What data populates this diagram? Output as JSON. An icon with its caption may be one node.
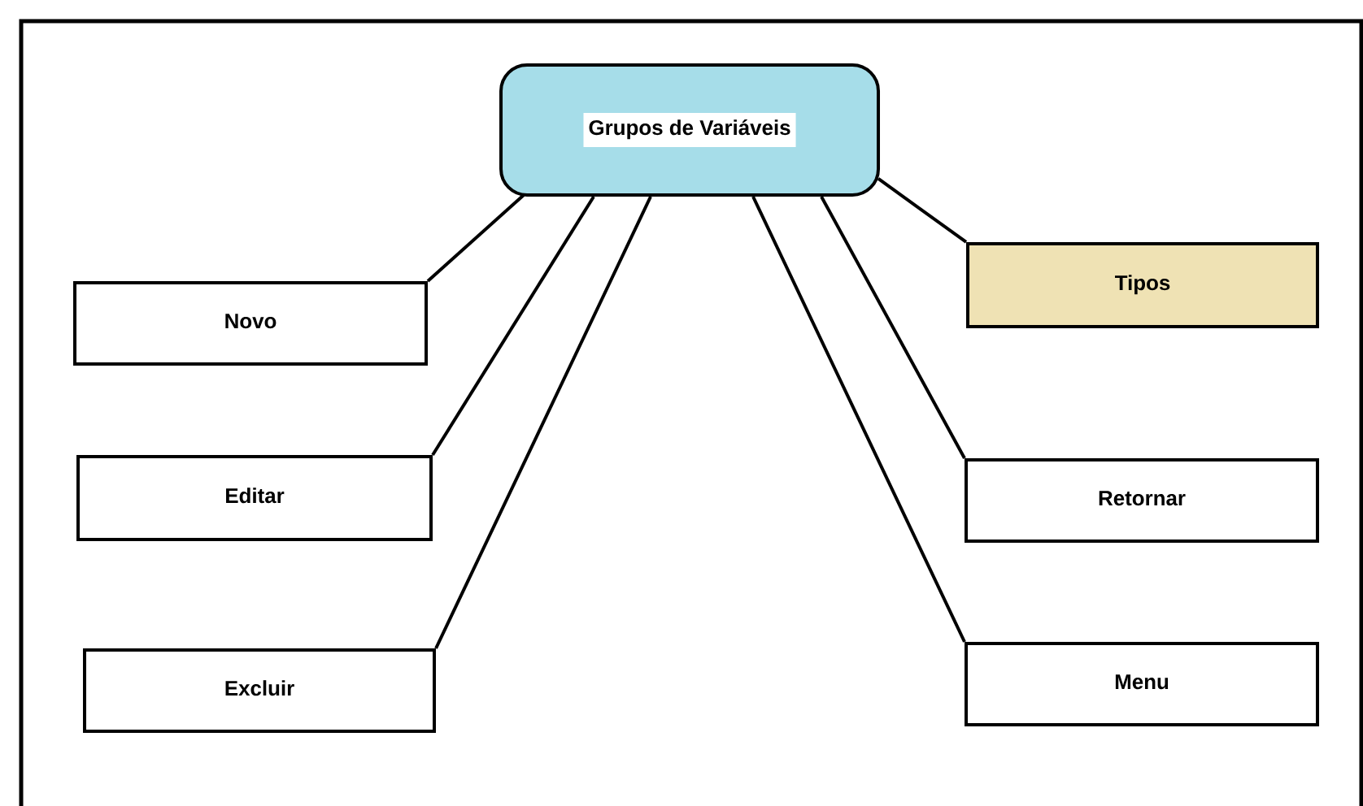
{
  "diagram": {
    "nodes": [
      {
        "text": [
          "Grupos de Variáveis"
        ]
      },
      {
        "text": [
          "Novo"
        ]
      },
      {
        "text": [
          "Editar"
        ]
      },
      {
        "text": [
          "Excluir"
        ]
      },
      {
        "text": [
          "Tipos"
        ]
      },
      {
        "text": [
          "Retornar"
        ]
      },
      {
        "text": [
          "Menu"
        ]
      }
    ],
    "edges": [
      {
        "from": 0,
        "to": 1,
        "arrow": "none"
      },
      {
        "from": 0,
        "to": 2,
        "arrow": "none"
      },
      {
        "from": 0,
        "to": 3,
        "arrow": "none"
      },
      {
        "from": 0,
        "to": 4,
        "arrow": "none"
      },
      {
        "from": 0,
        "to": 5,
        "arrow": "none"
      },
      {
        "from": 0,
        "to": 6,
        "arrow": "none"
      }
    ]
  }
}
